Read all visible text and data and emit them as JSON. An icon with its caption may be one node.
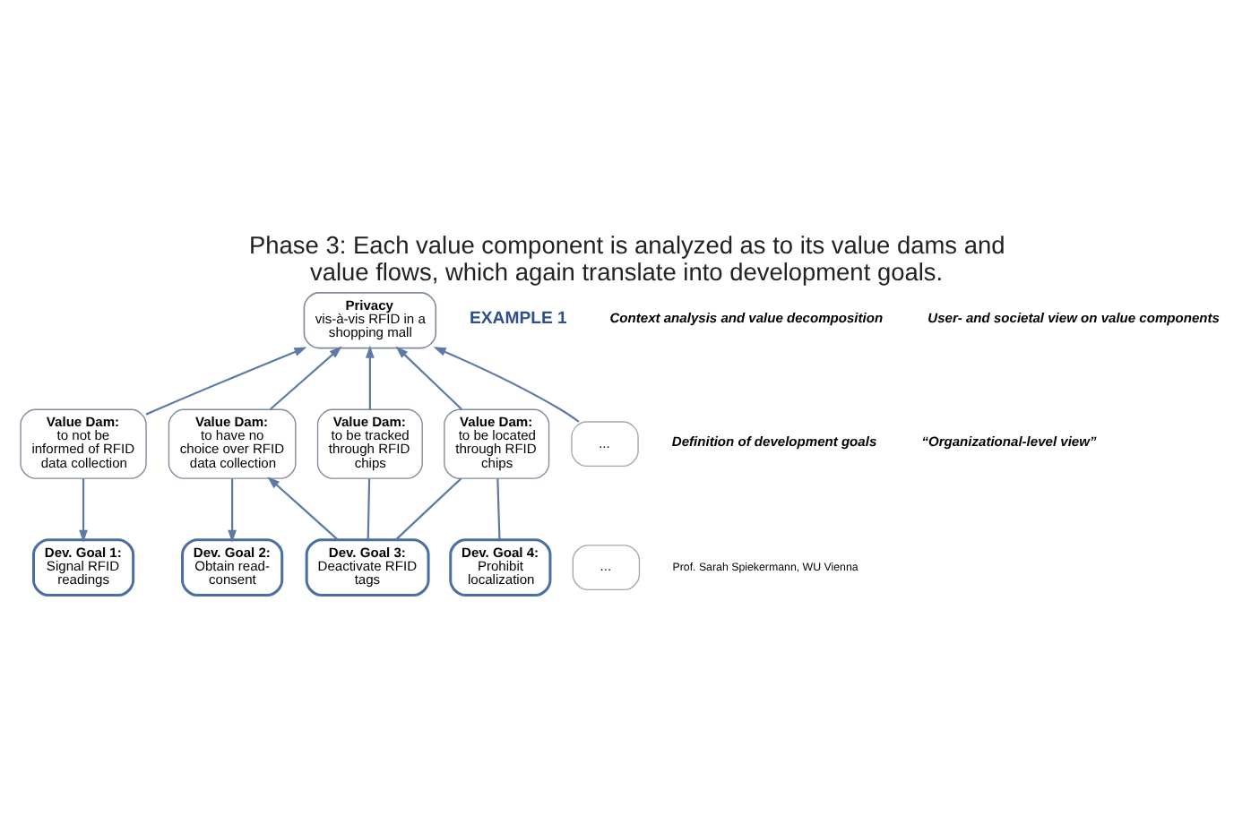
{
  "diagram": {
    "title": "Phase 3: Each value component is analyzed as to its value dams and value flows, which again translate into development goals.",
    "nodes": [
      {
        "text": [
          "Privacy",
          "vis-à-vis RFID in a shopping mall"
        ]
      },
      {
        "text": [
          "Value Dam:",
          "to not be informed of RFID data collection"
        ]
      },
      {
        "text": [
          "Value Dam:",
          "to have no choice over RFID data collection"
        ]
      },
      {
        "text": [
          "Value Dam:",
          "to be tracked through RFID chips"
        ]
      },
      {
        "text": [
          "Value Dam:",
          "to be located through RFID chips"
        ]
      },
      {
        "text": [
          "..."
        ]
      },
      {
        "text": [
          "Dev. Goal 1:",
          "Signal RFID readings"
        ]
      },
      {
        "text": [
          "Dev. Goal 2:",
          "Obtain read-consent"
        ]
      },
      {
        "text": [
          "Dev. Goal 3:",
          "Deactivate RFID tags"
        ]
      },
      {
        "text": [
          "Dev. Goal 4:",
          "Prohibit localization"
        ]
      },
      {
        "text": [
          "..."
        ]
      }
    ],
    "edges": [
      {
        "from": 1,
        "to": 0,
        "arrow": "to"
      },
      {
        "from": 2,
        "to": 0,
        "arrow": "to"
      },
      {
        "from": 3,
        "to": 0,
        "arrow": "to"
      },
      {
        "from": 4,
        "to": 0,
        "arrow": "to"
      },
      {
        "from": 5,
        "to": 0,
        "arrow": "to"
      },
      {
        "from": 1,
        "to": 6,
        "arrow": "to"
      },
      {
        "from": 2,
        "to": 7,
        "arrow": "to"
      },
      {
        "from": 8,
        "to": 2,
        "arrow": "to"
      },
      {
        "from": 3,
        "to": 8,
        "arrow": "none"
      },
      {
        "from": 4,
        "to": 8,
        "arrow": "none"
      },
      {
        "from": 4,
        "to": 9,
        "arrow": "none"
      }
    ],
    "labels": [
      "EXAMPLE 1",
      "Context analysis and value decomposition",
      "User- and societal view on value components",
      "Definition of development goals",
      "“Organizational-level view”",
      "Prof. Sarah Spiekermann, WU Vienna"
    ]
  }
}
